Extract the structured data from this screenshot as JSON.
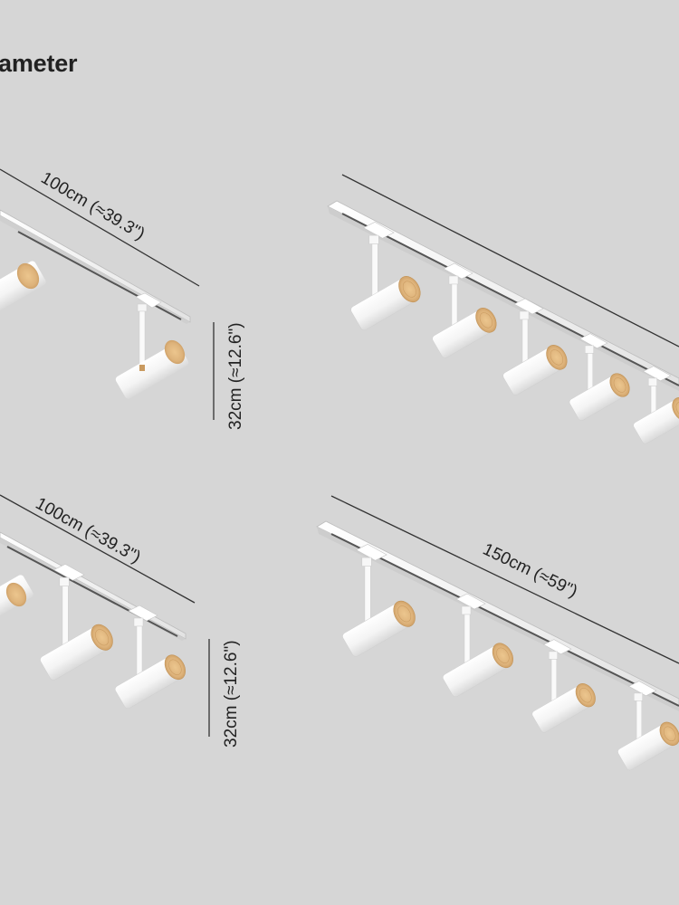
{
  "heading": "ameter",
  "panels": [
    {
      "length_label": "100cm (≈39.3\")",
      "height_label": "32cm (≈12.6\")",
      "spotlight_count": 2
    },
    {
      "length_label": "",
      "height_label": "",
      "spotlight_count": 5
    },
    {
      "length_label": "100cm (≈39.3\")",
      "height_label": "32cm (≈12.6\")",
      "spotlight_count": 3
    },
    {
      "length_label": "150cm (≈59\")",
      "height_label": "",
      "spotlight_count": 4
    }
  ],
  "colors": {
    "background": "#d6d6d6",
    "fixture_white": "#ffffff",
    "wood": "#d9b27c",
    "dimension_line": "#333333"
  }
}
